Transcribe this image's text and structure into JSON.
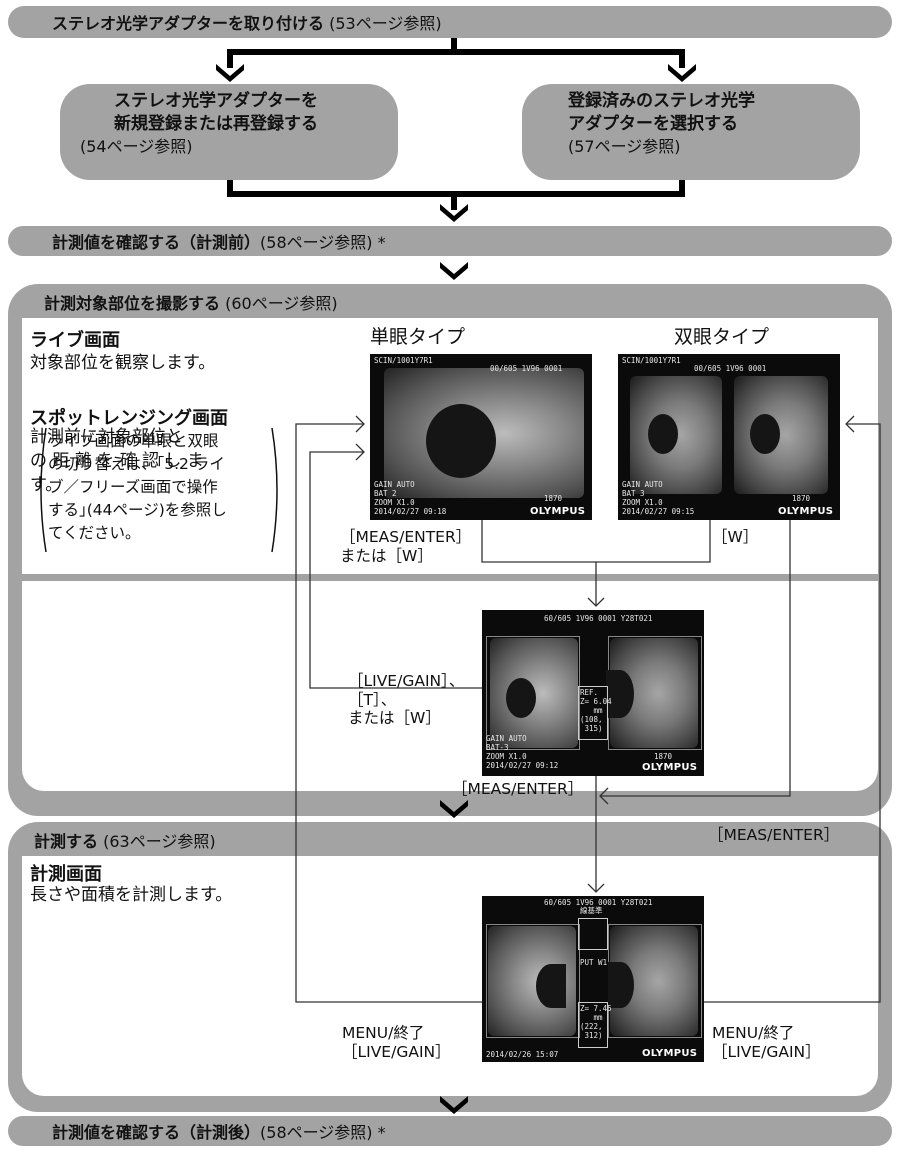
{
  "steps": {
    "attach": {
      "bold": "ステレオ光学アダプターを取り付ける",
      "ref": " (53ページ参照)"
    },
    "register": {
      "line1": "ステレオ光学アダプターを",
      "line2": "新規登録または再登録する",
      "ref": "(54ページ参照)"
    },
    "select": {
      "line1": "登録済みのステレオ光学",
      "line2": "アダプターを選択する",
      "ref": "(57ページ参照)"
    },
    "check_before": {
      "bold": "計測値を確認する（計測前）",
      "ref": "(58ページ参照) *"
    },
    "capture": {
      "bold": "計測対象部位を撮影する",
      "ref": " (60ページ参照)"
    },
    "measure": {
      "bold": "計測する",
      "ref": " (63ページ参照)"
    },
    "check_after": {
      "bold": "計測値を確認する（計測後）",
      "ref": "(58ページ参照) *"
    }
  },
  "live": {
    "heading": "ライブ画面",
    "desc": "対象部位を観察します。",
    "note_lines": [
      "ライブ画面の単眼と双眼",
      "の切り替えは、｢5.2 ライ",
      "ブ／フリーズ画面で操作",
      "する｣(44ページ)を参照し",
      "てください。"
    ],
    "mono_caption": "単眼タイプ",
    "bino_caption": "双眼タイプ"
  },
  "spot": {
    "heading": "スポットレンジング画面",
    "desc_lines": [
      "計測前に対象部位と",
      "の 距 離 を 確 認 し ま",
      "す。"
    ]
  },
  "measure_screen": {
    "heading": "計測画面",
    "desc": "長さや面積を計測します。"
  },
  "labels": {
    "meas_or_w_1": "［MEAS/ENTER］",
    "meas_or_w_2": "または［W］",
    "w": "［W］",
    "live_t_w_1": "［LIVE/GAIN］、",
    "live_t_w_2": "［T］、",
    "live_t_w_3": "または［W］",
    "meas_enter_a": "［MEAS/ENTER］",
    "meas_enter_b": "［MEAS/ENTER］",
    "menu_left_1": "MENU/終了",
    "menu_left_2": "［LIVE/GAIN］",
    "menu_right_1": "MENU/終了",
    "menu_right_2": "［LIVE/GAIN］"
  },
  "screens": {
    "mono": {
      "top_left": "SCIN/1001Y7R1",
      "top_right": "00/605 1V96 0001",
      "bottom": "GAIN AUTO\nBAT 2\nZOOM X1.0\n2014/02/27 09:18",
      "battery": "1870",
      "logo": "OLYMPUS"
    },
    "bino": {
      "top_left": "SCIN/1001Y7R1",
      "top_right": "00/605 1V96 0001",
      "bottom": "GAIN AUTO\nBAT 3\nZOOM X1.0\n2014/02/27 09:15",
      "battery": "1870",
      "logo": "OLYMPUS"
    },
    "spot": {
      "top": "60/605 1V96 0001 Y28T021",
      "bottom": "GAIN AUTO\nBAT-3\nZOOM X1.0\n2014/02/27 09:12",
      "ref": "REF.\nZ= 6.04\n   mm\n(108,\n 315)",
      "battery": "1870",
      "logo": "OLYMPUS"
    },
    "measure": {
      "top": "60/605 1V96 0001 Y28T021",
      "sub": "線基準",
      "put": "PUT W1",
      "z": "Z= 7.45\n   mm\n(222,\n 312)",
      "date": "2014/02/26 15:07",
      "logo": "OLYMPUS"
    }
  }
}
